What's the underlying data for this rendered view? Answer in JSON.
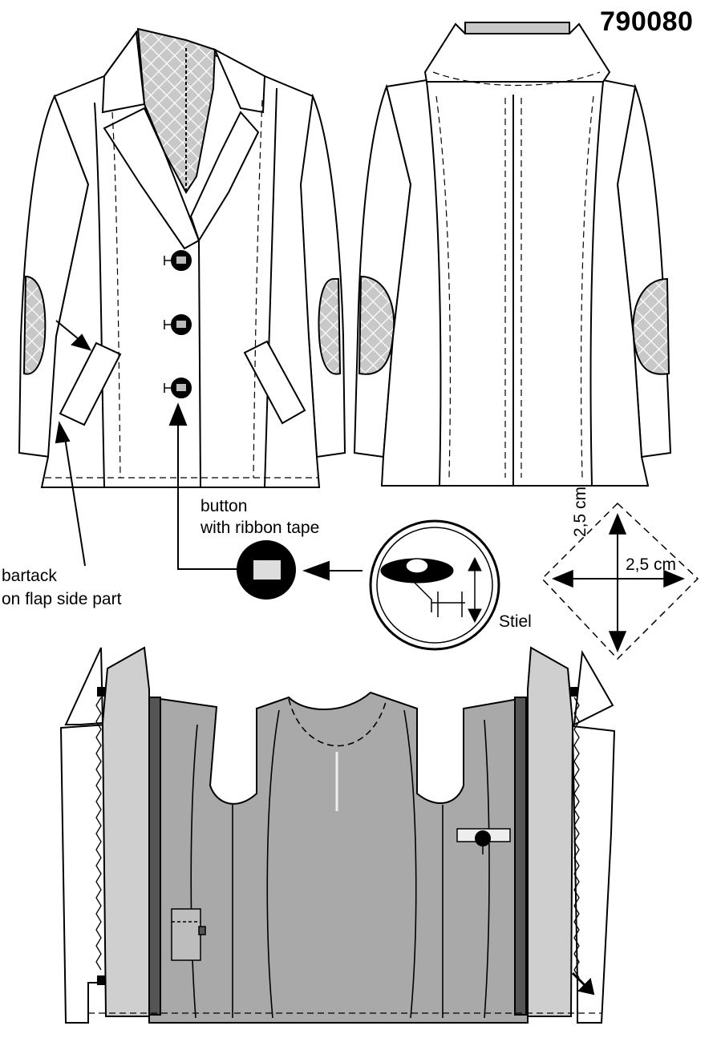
{
  "header": {
    "model_number": "790080"
  },
  "callouts": {
    "button_line1": "button",
    "button_line2": "with ribbon tape",
    "bartack_line1": "bartack",
    "bartack_line2": "on flap side part",
    "stem": "Stiel"
  },
  "patch_measurements": {
    "width": "2,5 cm",
    "height": "2,5 cm"
  },
  "colors": {
    "line": "#000000",
    "quilted_fill": "#c8c8c8",
    "lining": "#a9a9a9",
    "lining_light": "#cfcfcf",
    "tape": "#555555"
  }
}
